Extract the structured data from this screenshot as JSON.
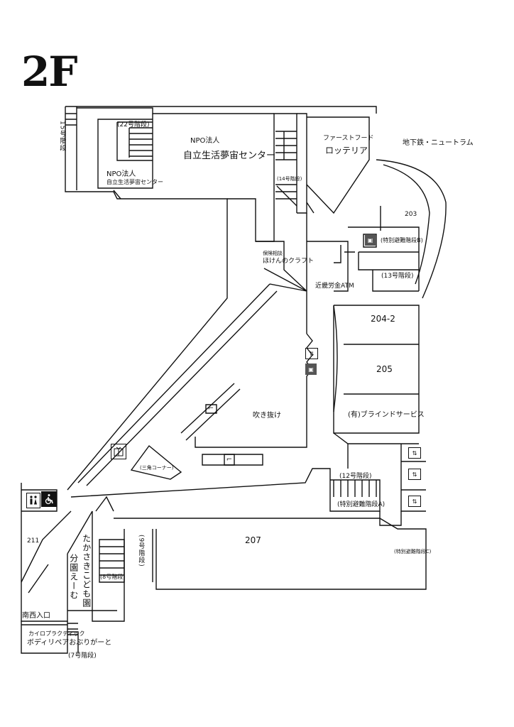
{
  "floor": "2F",
  "rooms": {
    "stair15": "15号階段",
    "stair22": "(22号階段)",
    "npo_small_1": "NPO法人",
    "npo_small_2": "自立生活夢宙センター",
    "npo_big_1": "NPO法人",
    "npo_big_2": "自立生活夢宙センター",
    "stair14": "(14号階段)",
    "fastfood_1": "ファーストフード",
    "fastfood_2": "ロッテリア",
    "subway": "地下鉄・ニュートラム",
    "r203": "203",
    "emerg_b": "(特別避難階段B)",
    "stair13": "(13号階段)",
    "insurance_1": "保険相談",
    "insurance_2": "ほけんのクラフト",
    "atm": "近畿労金ATM",
    "r204_2": "204-2",
    "r205": "205",
    "blind": "(有)ブラインドサービス",
    "atrium": "吹き抜け",
    "triangle": "(三角コーナー)",
    "stair12": "(12号階段)",
    "emerg_a": "(特別避難階段A)",
    "emerg_c": "(特別避難階段C)",
    "r207": "207",
    "r211": "211",
    "stair9": "(9号階段)",
    "stair8": "(8号階段)",
    "nursery_1": "たかさきこども園",
    "nursery_2": "分園えーむ",
    "sw_entrance": "南西入口",
    "chiro_1": "カイロプラクティック",
    "chiro_2": "ボディリペアおぶりがーと",
    "stair7": "(7号階段)"
  },
  "icons": [
    "restroom-icon",
    "wheelchair-icon",
    "elevator-icon",
    "escalator-icon",
    "elevator-down-icon"
  ]
}
